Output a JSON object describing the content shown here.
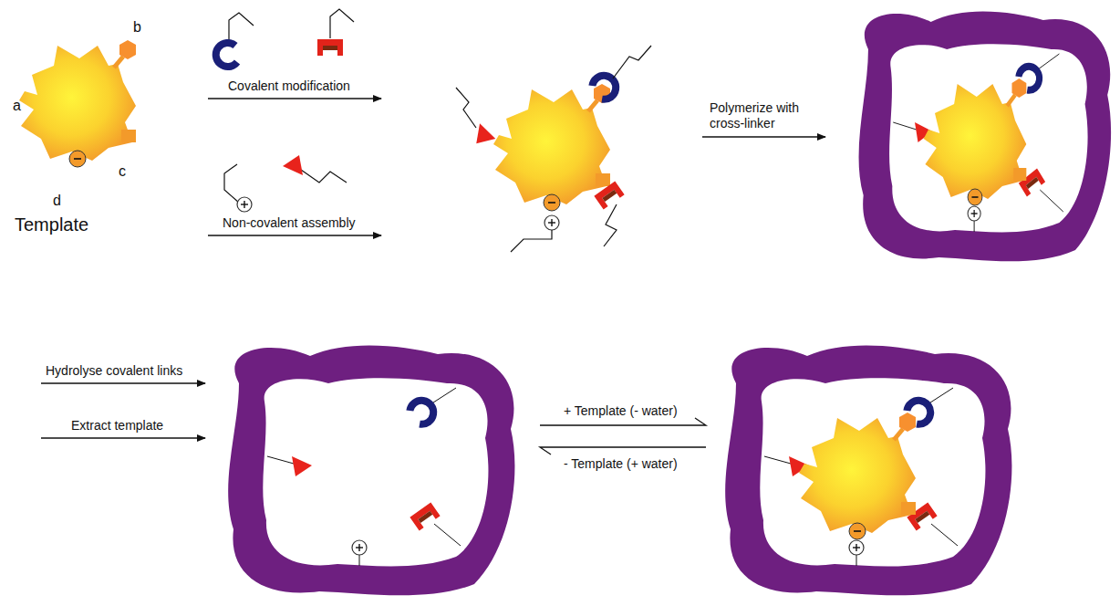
{
  "diagram": {
    "labels": [
      "a",
      "b",
      "c",
      "d",
      "Template",
      "Covalent modification",
      "Non-covalent assembly",
      "Polymerize with cross-linker",
      "Hydrolyse covalent links",
      "Extract template",
      "+ Template (- water)",
      "- Template (+ water)"
    ]
  }
}
